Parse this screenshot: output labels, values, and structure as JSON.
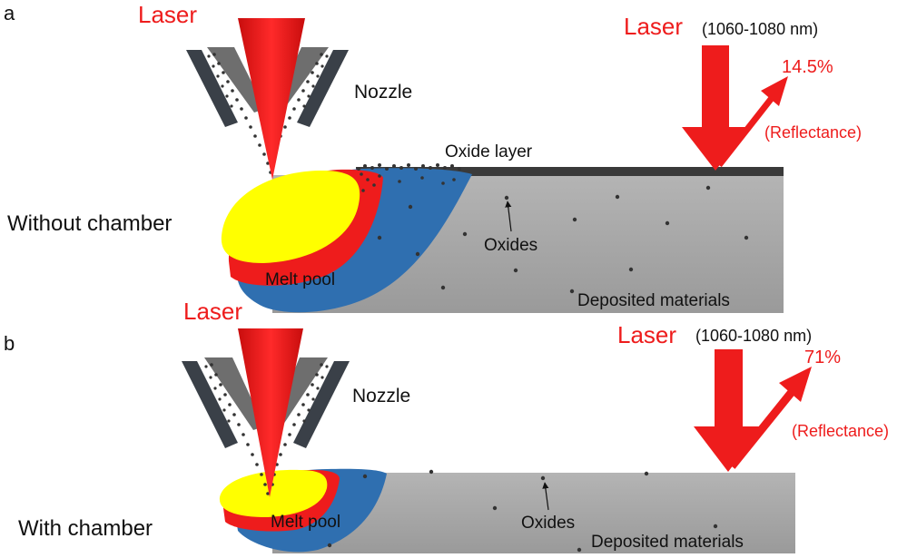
{
  "colors": {
    "laser": "#ee1c1c",
    "melt_core": "#ffff00",
    "melt_mid": "#ee1c1c",
    "melt_outer": "#2f6fb0",
    "deposit": "#a9a9a9",
    "oxide_layer": "#3a3a3a",
    "nozzle_dark": "#3a4048",
    "nozzle_grey": "#6e6e6e",
    "text": "#111111"
  },
  "panel_a": {
    "letter": "a",
    "laser_label": "Laser",
    "nozzle_label": "Nozzle",
    "side_label": "Without chamber",
    "oxide_layer_label": "Oxide layer",
    "oxides_label": "Oxides",
    "melt_pool_label": "Melt pool",
    "deposited_label": "Deposited materials",
    "right_laser_label": "Laser",
    "wavelength": "(1060-1080 nm)",
    "reflectance_value": "14.5%",
    "reflectance_label": "(Reflectance)"
  },
  "panel_b": {
    "letter": "b",
    "laser_label": "Laser",
    "nozzle_label": "Nozzle",
    "side_label": "With chamber",
    "oxides_label": "Oxides",
    "melt_pool_label": "Melt pool",
    "deposited_label": "Deposited materials",
    "right_laser_label": "Laser",
    "wavelength": "(1060-1080 nm)",
    "reflectance_value": "71%",
    "reflectance_label": "(Reflectance)"
  }
}
